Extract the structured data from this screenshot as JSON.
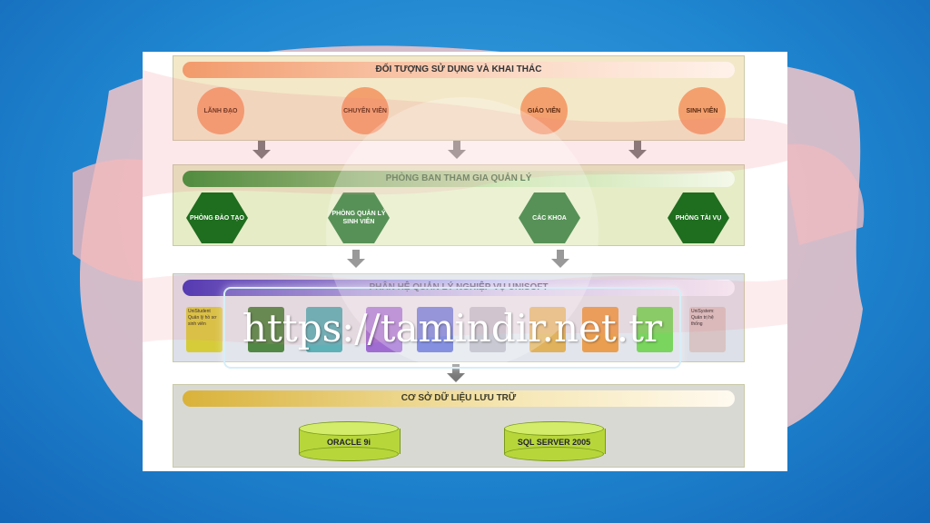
{
  "layers": {
    "users": {
      "title": "ĐỐI TƯỢNG SỬ DỤNG VÀ KHAI THÁC",
      "items": [
        "LÃNH ĐẠO",
        "CHUYÊN VIÊN",
        "GIÁO VIÊN",
        "SINH VIÊN"
      ]
    },
    "departments": {
      "title": "PHÒNG BAN THAM GIA QUẢN LÝ",
      "items": [
        "PHÒNG ĐÀO TẠO",
        "PHÒNG QUẢN LÝ SINH VIÊN",
        "CÁC KHOA",
        "PHÒNG TÀI VỤ"
      ]
    },
    "modules": {
      "title": "PHÂN HỆ QUẢN LÝ NGHIỆP VỤ UNISOFT",
      "first": "UniStudent Quản lý hồ sơ sinh viên",
      "last": "UniSystem: Quản trị hệ thống"
    },
    "storage": {
      "title": "CƠ SỞ DỮ LIỆU LƯU TRỮ",
      "databases": [
        "ORACLE 9i",
        "SQL SERVER 2005"
      ]
    }
  },
  "watermark": {
    "text": "https://tamindir.net.tr"
  },
  "colors": {
    "background": "#1f86d0",
    "user_circle": "#f4a06e",
    "dept_hex": "#1f6d1f",
    "database": "#b7d63a",
    "module_colors": [
      "#d6cc3a",
      "#2c6e1d",
      "#3aa0a8",
      "#8a4cc8",
      "#3a4ccc",
      "#d9a23a",
      "#e68a2a",
      "#5ccc3a"
    ]
  }
}
